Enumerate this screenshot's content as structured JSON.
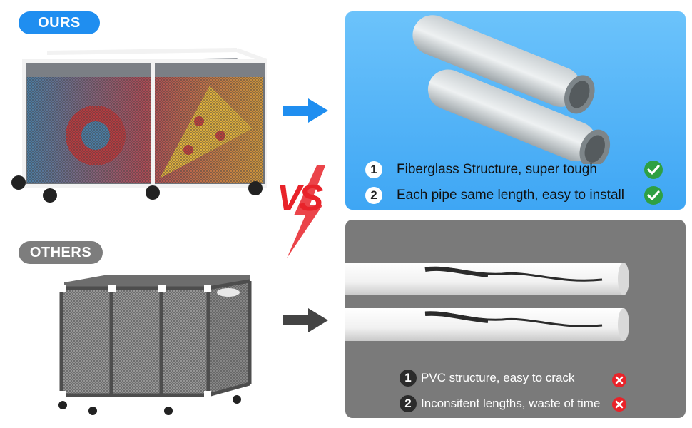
{
  "labels": {
    "ours": "OURS",
    "others": "OTHERS",
    "vs": "VS"
  },
  "ours": {
    "features": [
      {
        "num": "1",
        "text": "Fiberglass Structure, super tough"
      },
      {
        "num": "2",
        "text": "Each pipe same length, easy to install"
      }
    ]
  },
  "others": {
    "features": [
      {
        "num": "1",
        "text": "PVC structure, easy to crack"
      },
      {
        "num": "2",
        "text": "Inconsitent lengths, waste of time"
      }
    ]
  },
  "colors": {
    "ours_accent": "#1f8ef0",
    "others_accent": "#7d7d7d",
    "vs": "#e8232a",
    "check": "#2ea043",
    "cross": "#e8232a"
  }
}
